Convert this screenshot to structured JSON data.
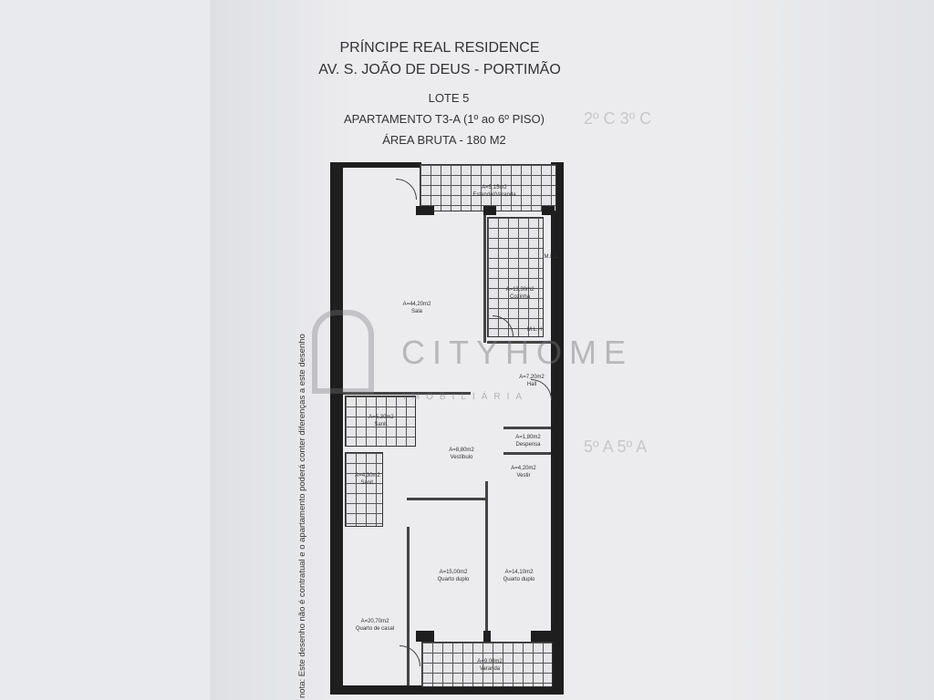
{
  "header": {
    "title": "PRÍNCIPE REAL RESIDENCE",
    "address": "AV. S. JOÃO DE DEUS - PORTIMÃO",
    "lot": "LOTE 5",
    "apartment": "APARTAMENTO T3-A (1º ao 6º PISO)",
    "area": "ÁREA BRUTA - 180 M2"
  },
  "rooms": [
    {
      "area": "A=5,15m2",
      "name": "Estendal/Varanda"
    },
    {
      "area": "A=13,30m2",
      "name": "Cozinha"
    },
    {
      "area": "A=44,20m2",
      "name": "Sala"
    },
    {
      "area": "A=7,20m2",
      "name": "Hall"
    },
    {
      "area": "A=5,30m2",
      "name": "Sanit."
    },
    {
      "area": "A=1,80m2",
      "name": "Despensa"
    },
    {
      "area": "A=8,80m2",
      "name": "Vestíbulo"
    },
    {
      "area": "A=4,20m2",
      "name": "Vestir"
    },
    {
      "area": "A=4,30m2",
      "name": "Sanit."
    },
    {
      "area": "A=15,00m2",
      "name": "Quarto duplo"
    },
    {
      "area": "A=14,10m2",
      "name": "Quarto duplo"
    },
    {
      "area": "A=20,70m2",
      "name": "Quarto de casal"
    },
    {
      "area": "A=9,00m2",
      "name": "Varanda"
    }
  ],
  "appliances": {
    "mll": "M.L.L",
    "mlh": "M.L.H"
  },
  "note": "nota: Este desenho não é contratual e o apartamento poderá conter diferenças a este desenho",
  "watermark": {
    "brand": "CITYHOME",
    "sub": "IMOBILIÁRIA"
  }
}
